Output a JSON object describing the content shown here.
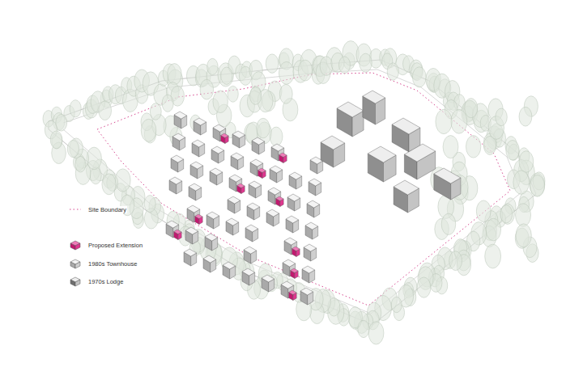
{
  "diagram": {
    "legend": [
      {
        "text": "Site Boundary"
      },
      {
        "text": "Proposed Extension"
      },
      {
        "text": "1980s Townhouse"
      },
      {
        "text": "1970s Lodge"
      }
    ]
  }
}
